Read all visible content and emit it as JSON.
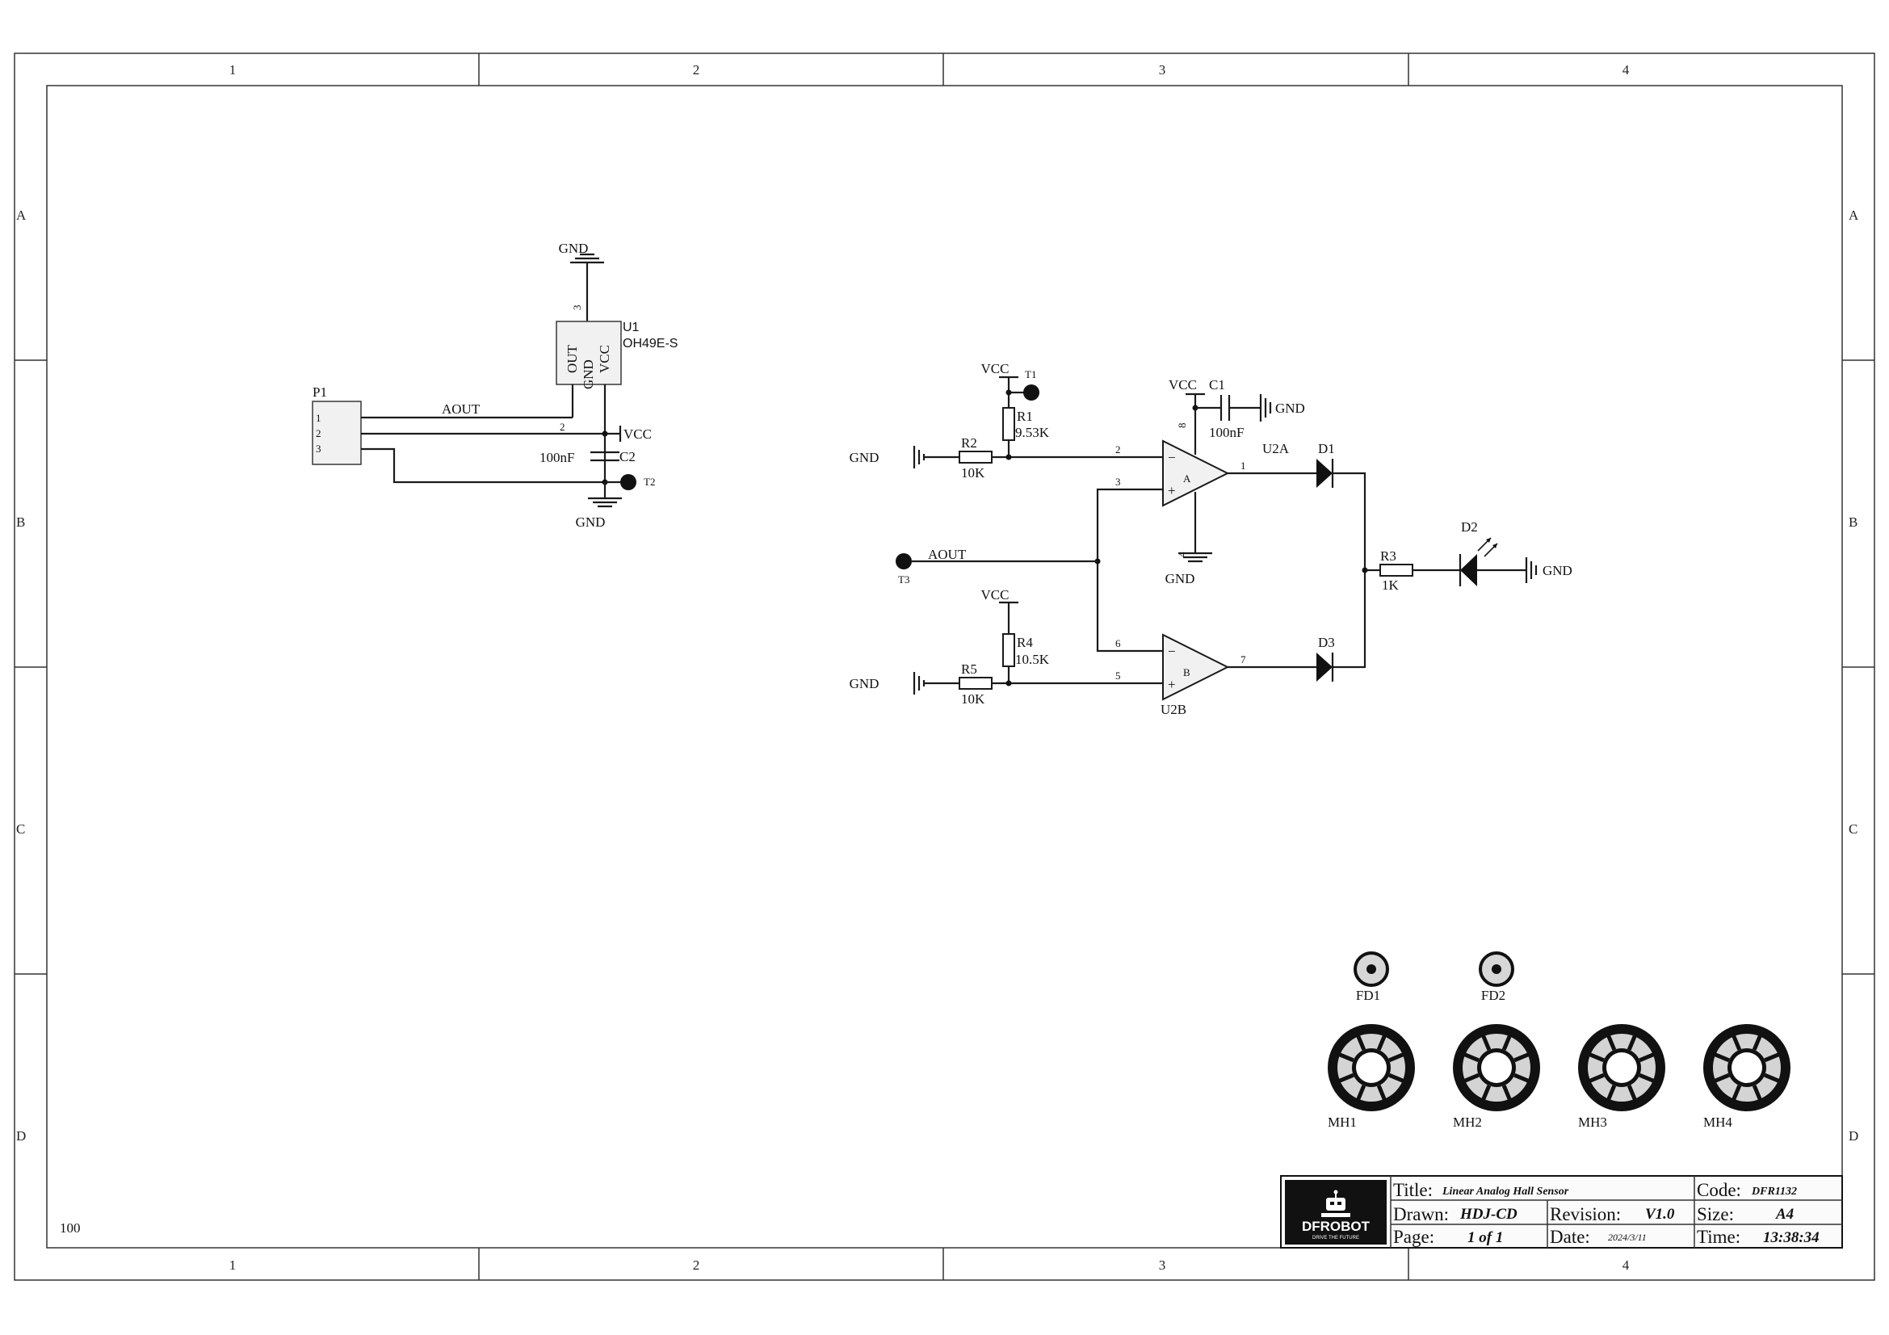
{
  "frame": {
    "col_labels": [
      "1",
      "2",
      "3",
      "4"
    ],
    "row_labels": [
      "A",
      "B",
      "C",
      "D"
    ],
    "corner_note": "100"
  },
  "connector": {
    "ref": "P1",
    "pins": [
      "1",
      "2",
      "3"
    ]
  },
  "sensor": {
    "ref": "U1",
    "part": "OH49E-S",
    "pin_out": "OUT",
    "pin_gnd": "GND",
    "pin_vcc": "VCC",
    "pin3": "3",
    "pin2": "2"
  },
  "nets": {
    "aout_left": "AOUT",
    "aout_right": "AOUT",
    "gnd_u1_top": "GND",
    "gnd_u1_bottom": "GND",
    "vcc_u1": "VCC",
    "vcc_r1": "VCC",
    "vcc_c1": "VCC",
    "vcc_r4": "VCC",
    "gnd_r2": "GND",
    "gnd_c1": "GND",
    "gnd_u2a": "GND",
    "gnd_r5": "GND",
    "gnd_d2": "GND"
  },
  "caps": {
    "c2_ref": "C2",
    "c2_val": "100nF",
    "c1_ref": "C1",
    "c1_val": "100nF"
  },
  "resistors": {
    "r1_ref": "R1",
    "r1_val": "9.53K",
    "r2_ref": "R2",
    "r2_val": "10K",
    "r3_ref": "R3",
    "r3_val": "1K",
    "r4_ref": "R4",
    "r4_val": "10.5K",
    "r5_ref": "R5",
    "r5_val": "10K"
  },
  "testpoints": {
    "t1": "T1",
    "t2": "T2",
    "t3": "T3"
  },
  "opamps": {
    "u2a_ref": "U2A",
    "u2a_unit": "A",
    "u2b_ref": "U2B",
    "u2b_unit": "B",
    "pin_u2a_in_neg": "2",
    "pin_u2a_in_pos": "3",
    "pin_u2a_out": "1",
    "pin_u2a_vcc": "8",
    "pin_u2a_gnd": "4",
    "pin_u2b_in_neg": "6",
    "pin_u2b_in_pos": "5",
    "pin_u2b_out": "7",
    "minus": "−",
    "plus": "+"
  },
  "diodes": {
    "d1": "D1",
    "d2": "D2",
    "d3": "D3"
  },
  "holes": {
    "fd1": "FD1",
    "fd2": "FD2",
    "mh1": "MH1",
    "mh2": "MH2",
    "mh3": "MH3",
    "mh4": "MH4"
  },
  "title_block": {
    "logo_text": "DFROBOT",
    "logo_tagline": "DRIVE THE FUTURE",
    "title_key": "Title:",
    "title_val": "Linear Analog  Hall Sensor",
    "code_key": "Code:",
    "code_val": "DFR1132",
    "drawn_key": "Drawn:",
    "drawn_val": "HDJ-CD",
    "revision_key": "Revision:",
    "revision_val": "V1.0",
    "size_key": "Size:",
    "size_val": "A4",
    "page_key": "Page:",
    "page_val": "1 of 1",
    "date_key": "Date:",
    "date_val": "2024/3/11",
    "time_key": "Time:",
    "time_val": "13:38:34"
  }
}
